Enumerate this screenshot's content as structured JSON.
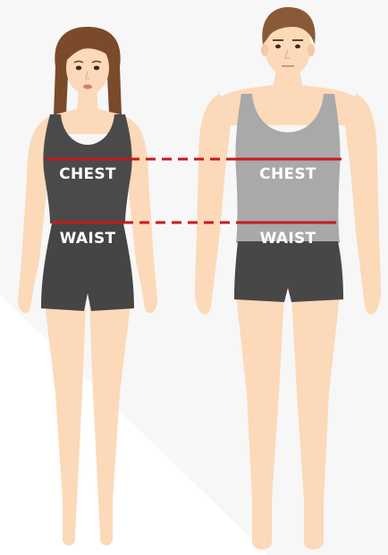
{
  "labels": {
    "chest_female": "CHEST",
    "waist_female": "WAIST",
    "chest_male": "CHEST",
    "waist_male": "WAIST"
  },
  "colors": {
    "background": "#ffffff",
    "shadow": "#f1f1f1",
    "skin": "#fcd9b8",
    "skin_shade": "#f4c9a3",
    "female_hair": "#7a4a2b",
    "male_hair": "#8a5a38",
    "female_top": "#4a4a4a",
    "female_shorts": "#454545",
    "male_tank": "#a9a9a9",
    "male_shorts": "#474747",
    "measure_line": "#c8181e"
  },
  "icons": {
    "female_figure": "woman-figure-icon",
    "male_figure": "man-figure-icon"
  }
}
